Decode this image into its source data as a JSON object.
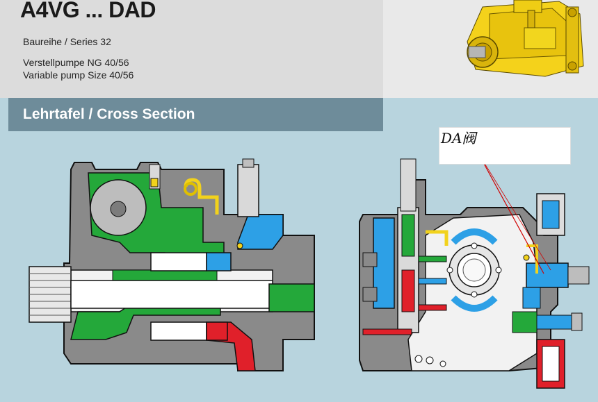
{
  "header": {
    "title": "A4VG ... DAD",
    "series": "Baureihe / Series 32",
    "description_de": "Verstellpumpe  NG 40/56",
    "description_en": "Variable pump  Size 40/56"
  },
  "section": {
    "title": "Lehrtafel / Cross Section"
  },
  "annotation": {
    "label": "DA阀"
  },
  "colors": {
    "header_bg": "#dcdcdc",
    "section_bar": "#6e8c9a",
    "background": "#b8d4de",
    "housing": "#7f7f7f",
    "green": "#1fa637",
    "blue": "#2da0e6",
    "red": "#e0202a",
    "yellow": "#f2d21c",
    "annotation_line": "#d00000"
  }
}
